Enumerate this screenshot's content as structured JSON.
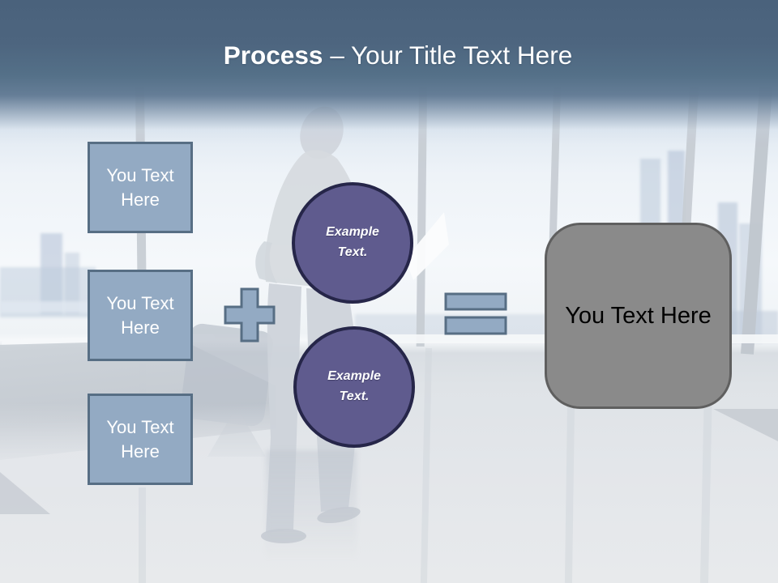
{
  "slide": {
    "title": {
      "emphasis": "Process",
      "rest": "– Your Title Text Here"
    },
    "input_boxes": [
      {
        "label": "You Text Here"
      },
      {
        "label": "You Text Here"
      },
      {
        "label": "You Text Here"
      }
    ],
    "operators": {
      "plus": "+",
      "equals": "="
    },
    "example_circles": [
      {
        "label": "Example Text."
      },
      {
        "label": "Example Text."
      }
    ],
    "result_box": {
      "label": "You Text Here"
    },
    "colors": {
      "header_top": "#4A627C",
      "accent_fill": "#93AAC3",
      "accent_border": "#576E84",
      "circle_fill": "#5F5B8E",
      "circle_border": "#262649",
      "result_fill": "#8A8A8A",
      "result_border": "#5F5F5F",
      "title_text": "#FFFFFF",
      "result_text": "#000000"
    }
  }
}
